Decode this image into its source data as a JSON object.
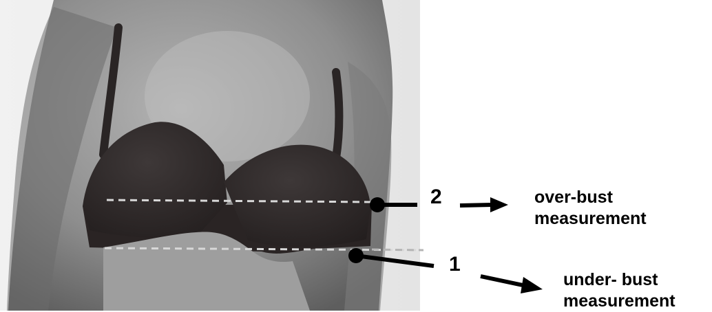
{
  "points": [
    {
      "number": "2",
      "label_line1": "over-bust",
      "label_line2": "measurement"
    },
    {
      "number": "1",
      "label_line1": "under- bust",
      "label_line2": "measurement"
    }
  ],
  "colors": {
    "ink": "#000000",
    "guide_line": "#d8d8d8",
    "background": "#ffffff"
  }
}
